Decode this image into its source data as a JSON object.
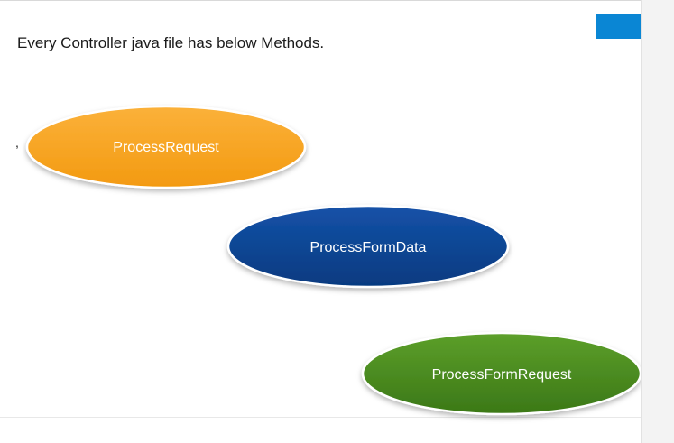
{
  "slide": {
    "heading": "Every Controller java file has below Methods.",
    "stray_mark": ","
  },
  "methods": [
    {
      "label": "ProcessRequest",
      "color": "#f7a21b"
    },
    {
      "label": "ProcessFormData",
      "color": "#0a3f8c"
    },
    {
      "label": "ProcessFormRequest",
      "color": "#4a8a1e"
    }
  ],
  "colors": {
    "accent": "#0a86d4"
  }
}
